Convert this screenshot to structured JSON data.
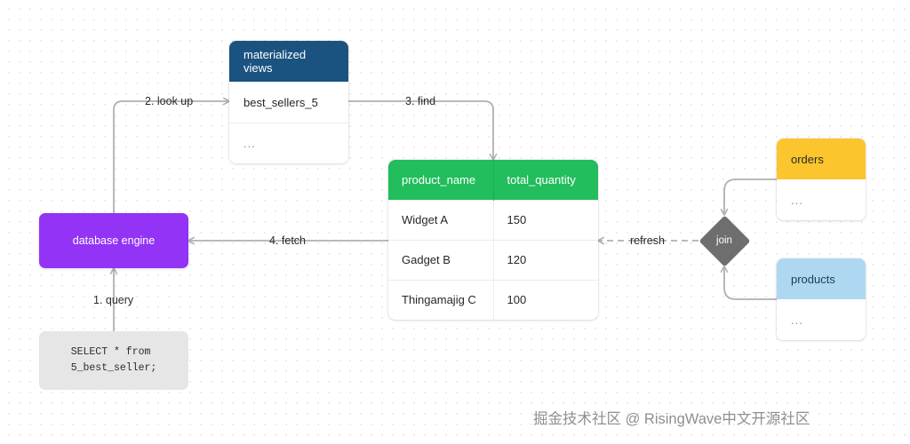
{
  "diagram": {
    "title": "database engine materialized view refresh flow",
    "colors": {
      "purple": "#9333f5",
      "green": "#22bd5c",
      "dark_blue": "#1b5380",
      "yellow": "#fbc52d",
      "light_blue": "#aed8f2",
      "gray": "#6e6e6e",
      "sql_bg": "#e6e6e6",
      "edge": "#b0b0b0"
    }
  },
  "materialized_views": {
    "header": "materialized views",
    "rows": [
      {
        "label": "best_sellers_5"
      },
      {
        "label": "..."
      }
    ]
  },
  "result_table": {
    "columns": [
      "product_name",
      "total_quantity"
    ],
    "rows": [
      [
        "Widget A",
        "150"
      ],
      [
        "Gadget B",
        "120"
      ],
      [
        "Thingamajig C",
        "100"
      ]
    ]
  },
  "engine": {
    "label": "database engine"
  },
  "sql": {
    "text": "SELECT * from\n5_best_seller;"
  },
  "join": {
    "label": "join"
  },
  "orders": {
    "header": "orders",
    "rows": [
      {
        "label": "..."
      }
    ]
  },
  "products": {
    "header": "products",
    "rows": [
      {
        "label": "..."
      }
    ]
  },
  "edges": {
    "query": "1. query",
    "look_up": "2. look up",
    "find": "3. find",
    "fetch": "4. fetch",
    "refresh": "refresh"
  },
  "watermark": {
    "text": "掘金技术社区 @ RisingWave中文开源社区"
  }
}
